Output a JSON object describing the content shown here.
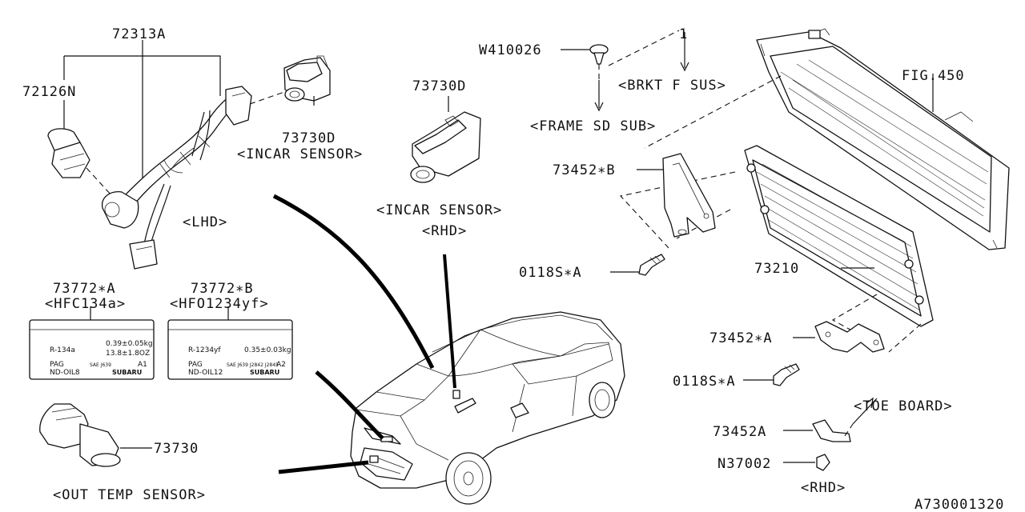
{
  "labels": {
    "p72313A": "72313A",
    "p72126N": "72126N",
    "p73730D_a": "73730D",
    "incar_sensor_a": "<INCAR SENSOR>",
    "lhd": "<LHD>",
    "p73730D_b": "73730D",
    "incar_sensor_b": "<INCAR SENSOR>",
    "rhd_a": "<RHD>",
    "w410026": "W410026",
    "ref1": "1",
    "brkt_f_sus": "<BRKT F SUS>",
    "frame_sd_sub": "<FRAME SD SUB>",
    "fig450": "FIG.450",
    "p73452B": "73452∗B",
    "p0118SA_a": "0118S∗A",
    "p73210": "73210",
    "p73452A_star": "73452∗A",
    "p0118SA_b": "0118S∗A",
    "toe_board": "<TOE BOARD>",
    "p73452A": "73452A",
    "n37002": "N37002",
    "rhd_b": "<RHD>",
    "p73772A": "73772∗A",
    "hfc134a": "<HFC134a>",
    "p73772B": "73772∗B",
    "hfo1234yf": "<HFO1234yf>",
    "p73730": "73730",
    "out_temp_sensor": "<OUT TEMP SENSOR>",
    "diagram_id": "A730001320"
  },
  "label_a": {
    "refrigerant": "R-134a",
    "amount1": "0.39±0.05kg",
    "amount2": "13.8±1.8OZ",
    "oil_type": "PAG",
    "oil_name": "ND-OIL8",
    "standards": "SAE J639",
    "code": "A1",
    "brand": "SUBARU"
  },
  "label_b": {
    "refrigerant": "R-1234yf",
    "amount1": "0.35±0.03kg",
    "oil_type": "PAG",
    "oil_name": "ND-OIL12",
    "standards": "SAE J639 J2842 J2845",
    "code": "A2",
    "brand": "SUBARU"
  }
}
